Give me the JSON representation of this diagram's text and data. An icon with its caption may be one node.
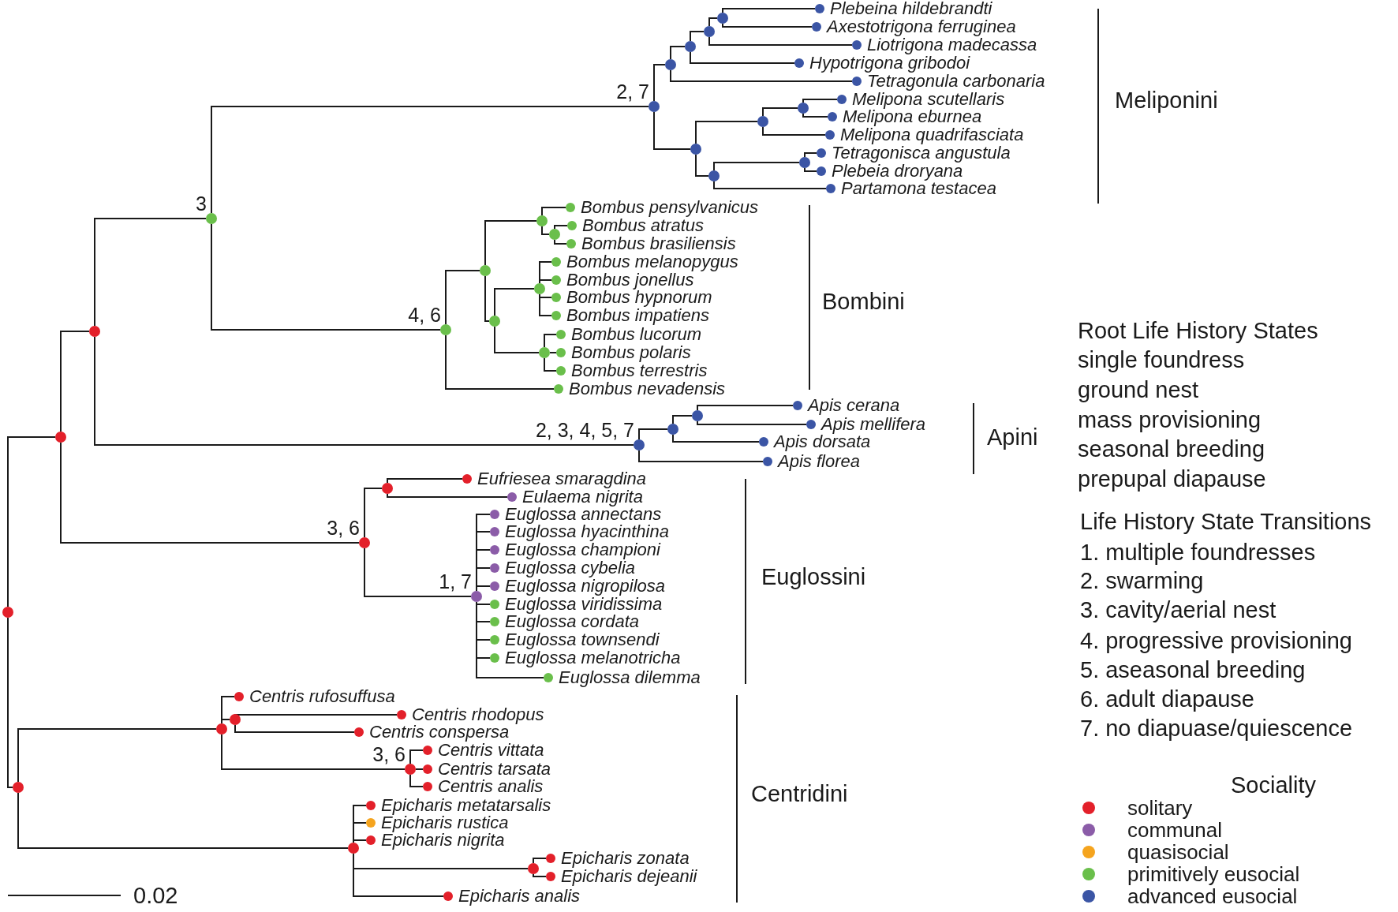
{
  "diagram": {
    "nodes": [
      {
        "text": [],
        "shape": "circle"
      },
      {
        "text": [],
        "shape": "circle"
      },
      {
        "text": [],
        "shape": "circle"
      },
      {
        "text": [],
        "shape": "circle",
        "beside": [
          "3"
        ]
      },
      {
        "text": [],
        "shape": "circle",
        "beside": [
          "2, 7"
        ]
      },
      {
        "text": [],
        "shape": "circle"
      },
      {
        "text": [],
        "shape": "circle"
      },
      {
        "text": [],
        "shape": "circle"
      },
      {
        "text": [],
        "shape": "circle"
      },
      {
        "text": [
          "Plebeina hildebrandti"
        ]
      },
      {
        "text": [
          "Axestotrigona ferruginea"
        ]
      },
      {
        "text": [
          "Liotrigona madecassa"
        ]
      },
      {
        "text": [
          "Hypotrigona gribodoi"
        ]
      },
      {
        "text": [
          "Tetragonula carbonaria"
        ]
      },
      {
        "text": [],
        "shape": "circle"
      },
      {
        "text": [],
        "shape": "circle"
      },
      {
        "text": [],
        "shape": "circle"
      },
      {
        "text": [
          "Melipona scutellaris"
        ]
      },
      {
        "text": [
          "Melipona eburnea"
        ]
      },
      {
        "text": [
          "Melipona quadrifasciata"
        ]
      },
      {
        "text": [],
        "shape": "circle"
      },
      {
        "text": [],
        "shape": "circle"
      },
      {
        "text": [
          "Tetragonisca angustula"
        ]
      },
      {
        "text": [
          "Plebeia droryana"
        ]
      },
      {
        "text": [
          "Partamona testacea"
        ]
      },
      {
        "text": [],
        "shape": "circle",
        "beside": [
          "4, 6"
        ]
      },
      {
        "text": [],
        "shape": "circle"
      },
      {
        "text": [],
        "shape": "circle"
      },
      {
        "text": [
          "Bombus pensylvanicus"
        ]
      },
      {
        "text": [],
        "shape": "circle"
      },
      {
        "text": [
          "Bombus atratus"
        ]
      },
      {
        "text": [
          "Bombus brasiliensis"
        ]
      },
      {
        "text": [],
        "shape": "circle"
      },
      {
        "text": [],
        "shape": "circle"
      },
      {
        "text": [
          "Bombus melanopygus"
        ]
      },
      {
        "text": [
          "Bombus jonellus"
        ]
      },
      {
        "text": [
          "Bombus hypnorum"
        ]
      },
      {
        "text": [
          "Bombus impatiens"
        ]
      },
      {
        "text": [],
        "shape": "circle"
      },
      {
        "text": [
          "Bombus lucorum"
        ]
      },
      {
        "text": [
          "Bombus polaris"
        ]
      },
      {
        "text": [
          "Bombus terrestris"
        ]
      },
      {
        "text": [
          "Bombus nevadensis"
        ]
      },
      {
        "text": [],
        "shape": "circle",
        "beside": [
          "2, 3, 4, 5, 7"
        ]
      },
      {
        "text": [],
        "shape": "circle"
      },
      {
        "text": [],
        "shape": "circle"
      },
      {
        "text": [
          "Apis cerana"
        ]
      },
      {
        "text": [
          "Apis mellifera"
        ]
      },
      {
        "text": [
          "Apis dorsata"
        ]
      },
      {
        "text": [
          "Apis florea"
        ]
      },
      {
        "text": [],
        "shape": "circle",
        "beside": [
          "3, 6"
        ]
      },
      {
        "text": [],
        "shape": "circle"
      },
      {
        "text": [
          "Eufriesea smaragdina"
        ]
      },
      {
        "text": [
          "Eulaema nigrita"
        ]
      },
      {
        "text": [],
        "shape": "circle",
        "beside": [
          "1, 7"
        ]
      },
      {
        "text": [
          "Euglossa annectans"
        ]
      },
      {
        "text": [
          "Euglossa hyacinthina"
        ]
      },
      {
        "text": [
          "Euglossa championi"
        ]
      },
      {
        "text": [
          "Euglossa cybelia"
        ]
      },
      {
        "text": [
          "Euglossa nigropilosa"
        ]
      },
      {
        "text": [
          "Euglossa viridissima"
        ]
      },
      {
        "text": [
          "Euglossa cordata"
        ]
      },
      {
        "text": [
          "Euglossa townsendi"
        ]
      },
      {
        "text": [
          "Euglossa melanotricha"
        ]
      },
      {
        "text": [
          "Euglossa dilemma"
        ]
      },
      {
        "text": [],
        "shape": "circle"
      },
      {
        "text": [],
        "shape": "circle"
      },
      {
        "text": [
          "Centris rufosuffusa"
        ]
      },
      {
        "text": [],
        "shape": "circle"
      },
      {
        "text": [
          "Centris rhodopus"
        ]
      },
      {
        "text": [
          "Centris conspersa"
        ]
      },
      {
        "text": [],
        "shape": "circle",
        "beside": [
          "3, 6"
        ]
      },
      {
        "text": [
          "Centris vittata"
        ]
      },
      {
        "text": [
          "Centris tarsata"
        ]
      },
      {
        "text": [
          "Centris analis"
        ]
      },
      {
        "text": [],
        "shape": "circle"
      },
      {
        "text": [
          "Epicharis metatarsalis"
        ]
      },
      {
        "text": [
          "Epicharis rustica"
        ]
      },
      {
        "text": [
          "Epicharis nigrita"
        ]
      },
      {
        "text": [],
        "shape": "circle"
      },
      {
        "text": [
          "Epicharis zonata"
        ]
      },
      {
        "text": [
          "Epicharis dejeanii"
        ]
      },
      {
        "text": [
          "Epicharis analis"
        ]
      }
    ],
    "edges": [
      {
        "from": 0,
        "to": 1,
        "arrow": "none"
      },
      {
        "from": 1,
        "to": 2,
        "arrow": "none"
      },
      {
        "from": 2,
        "to": 3,
        "arrow": "none"
      },
      {
        "from": 3,
        "to": 4,
        "arrow": "none"
      },
      {
        "from": 4,
        "to": 5,
        "arrow": "none"
      },
      {
        "from": 5,
        "to": 6,
        "arrow": "none"
      },
      {
        "from": 6,
        "to": 7,
        "arrow": "none"
      },
      {
        "from": 7,
        "to": 8,
        "arrow": "none"
      },
      {
        "from": 8,
        "to": 9,
        "arrow": "none"
      },
      {
        "from": 8,
        "to": 10,
        "arrow": "none"
      },
      {
        "from": 7,
        "to": 11,
        "arrow": "none"
      },
      {
        "from": 6,
        "to": 12,
        "arrow": "none"
      },
      {
        "from": 5,
        "to": 13,
        "arrow": "none"
      },
      {
        "from": 4,
        "to": 14,
        "arrow": "none"
      },
      {
        "from": 14,
        "to": 15,
        "arrow": "none"
      },
      {
        "from": 15,
        "to": 16,
        "arrow": "none"
      },
      {
        "from": 16,
        "to": 17,
        "arrow": "none"
      },
      {
        "from": 16,
        "to": 18,
        "arrow": "none"
      },
      {
        "from": 15,
        "to": 19,
        "arrow": "none"
      },
      {
        "from": 14,
        "to": 20,
        "arrow": "none"
      },
      {
        "from": 20,
        "to": 21,
        "arrow": "none"
      },
      {
        "from": 21,
        "to": 22,
        "arrow": "none"
      },
      {
        "from": 21,
        "to": 23,
        "arrow": "none"
      },
      {
        "from": 20,
        "to": 24,
        "arrow": "none"
      },
      {
        "from": 3,
        "to": 25,
        "arrow": "none"
      },
      {
        "from": 25,
        "to": 26,
        "arrow": "none"
      },
      {
        "from": 26,
        "to": 27,
        "arrow": "none"
      },
      {
        "from": 27,
        "to": 28,
        "arrow": "none"
      },
      {
        "from": 27,
        "to": 29,
        "arrow": "none"
      },
      {
        "from": 29,
        "to": 30,
        "arrow": "none"
      },
      {
        "from": 29,
        "to": 31,
        "arrow": "none"
      },
      {
        "from": 26,
        "to": 32,
        "arrow": "none"
      },
      {
        "from": 32,
        "to": 33,
        "arrow": "none"
      },
      {
        "from": 33,
        "to": 34,
        "arrow": "none"
      },
      {
        "from": 33,
        "to": 35,
        "arrow": "none"
      },
      {
        "from": 33,
        "to": 36,
        "arrow": "none"
      },
      {
        "from": 33,
        "to": 37,
        "arrow": "none"
      },
      {
        "from": 32,
        "to": 38,
        "arrow": "none"
      },
      {
        "from": 38,
        "to": 39,
        "arrow": "none"
      },
      {
        "from": 38,
        "to": 40,
        "arrow": "none"
      },
      {
        "from": 38,
        "to": 41,
        "arrow": "none"
      },
      {
        "from": 25,
        "to": 42,
        "arrow": "none"
      },
      {
        "from": 2,
        "to": 43,
        "arrow": "none"
      },
      {
        "from": 43,
        "to": 44,
        "arrow": "none"
      },
      {
        "from": 44,
        "to": 45,
        "arrow": "none"
      },
      {
        "from": 45,
        "to": 46,
        "arrow": "none"
      },
      {
        "from": 45,
        "to": 47,
        "arrow": "none"
      },
      {
        "from": 44,
        "to": 48,
        "arrow": "none"
      },
      {
        "from": 43,
        "to": 49,
        "arrow": "none"
      },
      {
        "from": 1,
        "to": 50,
        "arrow": "none"
      },
      {
        "from": 50,
        "to": 51,
        "arrow": "none"
      },
      {
        "from": 51,
        "to": 52,
        "arrow": "none"
      },
      {
        "from": 51,
        "to": 53,
        "arrow": "none"
      },
      {
        "from": 50,
        "to": 54,
        "arrow": "none"
      },
      {
        "from": 54,
        "to": 55,
        "arrow": "none"
      },
      {
        "from": 54,
        "to": 56,
        "arrow": "none"
      },
      {
        "from": 54,
        "to": 57,
        "arrow": "none"
      },
      {
        "from": 54,
        "to": 58,
        "arrow": "none"
      },
      {
        "from": 54,
        "to": 59,
        "arrow": "none"
      },
      {
        "from": 54,
        "to": 60,
        "arrow": "none"
      },
      {
        "from": 54,
        "to": 61,
        "arrow": "none"
      },
      {
        "from": 54,
        "to": 62,
        "arrow": "none"
      },
      {
        "from": 54,
        "to": 63,
        "arrow": "none"
      },
      {
        "from": 54,
        "to": 64,
        "arrow": "none"
      },
      {
        "from": 0,
        "to": 65,
        "arrow": "none"
      },
      {
        "from": 65,
        "to": 66,
        "arrow": "none"
      },
      {
        "from": 66,
        "to": 67,
        "arrow": "none"
      },
      {
        "from": 66,
        "to": 68,
        "arrow": "none"
      },
      {
        "from": 68,
        "to": 69,
        "arrow": "none"
      },
      {
        "from": 68,
        "to": 70,
        "arrow": "none"
      },
      {
        "from": 66,
        "to": 71,
        "arrow": "none"
      },
      {
        "from": 71,
        "to": 72,
        "arrow": "none"
      },
      {
        "from": 71,
        "to": 73,
        "arrow": "none"
      },
      {
        "from": 71,
        "to": 74,
        "arrow": "none"
      },
      {
        "from": 65,
        "to": 75,
        "arrow": "none"
      },
      {
        "from": 75,
        "to": 76,
        "arrow": "none"
      },
      {
        "from": 75,
        "to": 77,
        "arrow": "none"
      },
      {
        "from": 75,
        "to": 78,
        "arrow": "none"
      },
      {
        "from": 75,
        "to": 79,
        "arrow": "none"
      },
      {
        "from": 79,
        "to": 80,
        "arrow": "none"
      },
      {
        "from": 79,
        "to": 81,
        "arrow": "none"
      },
      {
        "from": 75,
        "to": 82,
        "arrow": "none"
      }
    ],
    "labels": [
      "Meliponini",
      "Bombini",
      "Apini",
      "Euglossini",
      "Centridini",
      "0.02",
      "Root Life History States",
      "single foundress",
      "ground nest",
      "mass provisioning",
      "seasonal breeding",
      "prepupal diapause",
      "Life History State Transitions",
      "1. multiple foundresses",
      "2. swarming",
      "3. cavity/aerial nest",
      "4. progressive provisioning",
      "5. aseasonal breeding",
      "6. adult diapause",
      "7. no diapuase/quiescence",
      "Sociality"
    ],
    "legend": [
      {
        "text": "solitary",
        "color": "#e3202a"
      },
      {
        "text": "communal",
        "color": "#8b5ca8"
      },
      {
        "text": "quasisocial",
        "color": "#f5a41e"
      },
      {
        "text": "primitively eusocial",
        "color": "#6abf4b"
      },
      {
        "text": "advanced eusocial",
        "color": "#3b55a5"
      }
    ]
  }
}
